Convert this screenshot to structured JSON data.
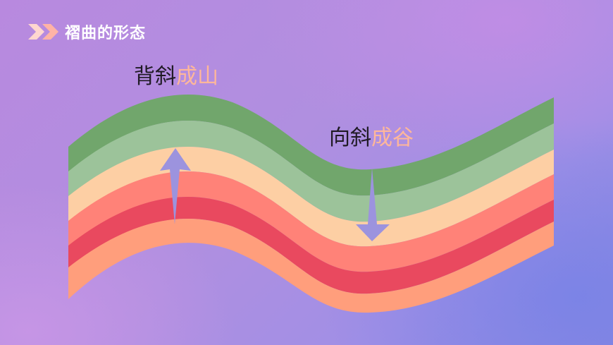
{
  "header": {
    "title": "褶曲的形态"
  },
  "labels": {
    "anticline": {
      "part1": "背斜",
      "part2": "成山"
    },
    "syncline": {
      "part1": "向斜",
      "part2": "成谷"
    }
  },
  "colors": {
    "layers": [
      "#71a66c",
      "#9cc39a",
      "#fdcfa4",
      "#ff8278",
      "#e9495f",
      "#ff9e7c"
    ],
    "arrow": "#9c93de",
    "label_dark": "#1f1a24",
    "label_accent": "#ffb79a"
  },
  "icons": {
    "header": "double-chevron-right-icon"
  }
}
